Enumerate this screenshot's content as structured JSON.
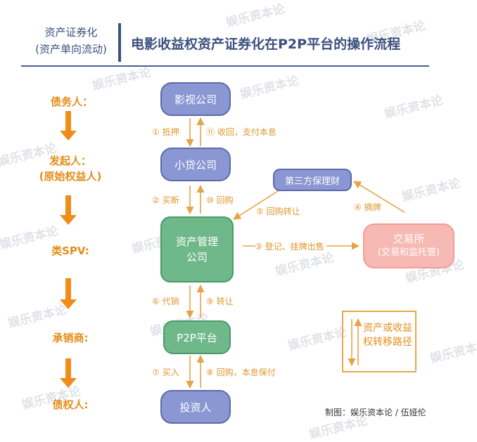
{
  "header": {
    "left_line1": "资产证券化",
    "left_line2": "(资产单向流动)",
    "title": "电影收益权资产证券化在P2P平台的操作流程"
  },
  "roles": {
    "debtor": "债务人：",
    "initiator_line1": "发起人：",
    "initiator_line2": "(原始权益人)",
    "spv": "类SPV:",
    "underwriter": "承销商:",
    "creditor": "债权人:"
  },
  "nodes": {
    "film_company": "影视公司",
    "loan_company": "小贷公司",
    "asset_mgmt_line1": "资产管理",
    "asset_mgmt_line2": "公司",
    "p2p_platform": "P2P平台",
    "investors": "投资人",
    "third_party_guarantor": "第三方保理财",
    "exchange_line1": "交易所",
    "exchange_line2": "(交易和监托管)"
  },
  "steps": {
    "s1": "① 抵押",
    "s11": "⑪ 收回，支付本息",
    "s2": "② 买断",
    "s10": "⑩ 回购",
    "s5": "⑤ 回购转让",
    "s4": "④ 摘牌",
    "s3": "③ 登记、挂牌出售",
    "s6": "⑥ 代销",
    "s9": "⑨ 转让",
    "s7": "⑦ 买入",
    "s8": "⑧ 回购，本息保付"
  },
  "legend": {
    "text": "资产或收益权转移路径"
  },
  "credit": "制图：娱乐资本论 / 伍娅伦",
  "watermark": "娱乐资本论",
  "colors": {
    "accent_orange": "#e58c19",
    "navy": "#3c4f7e",
    "node_blue": "#8a97d2",
    "node_green": "#6fb88a",
    "node_pink": "#f7b9b3"
  }
}
